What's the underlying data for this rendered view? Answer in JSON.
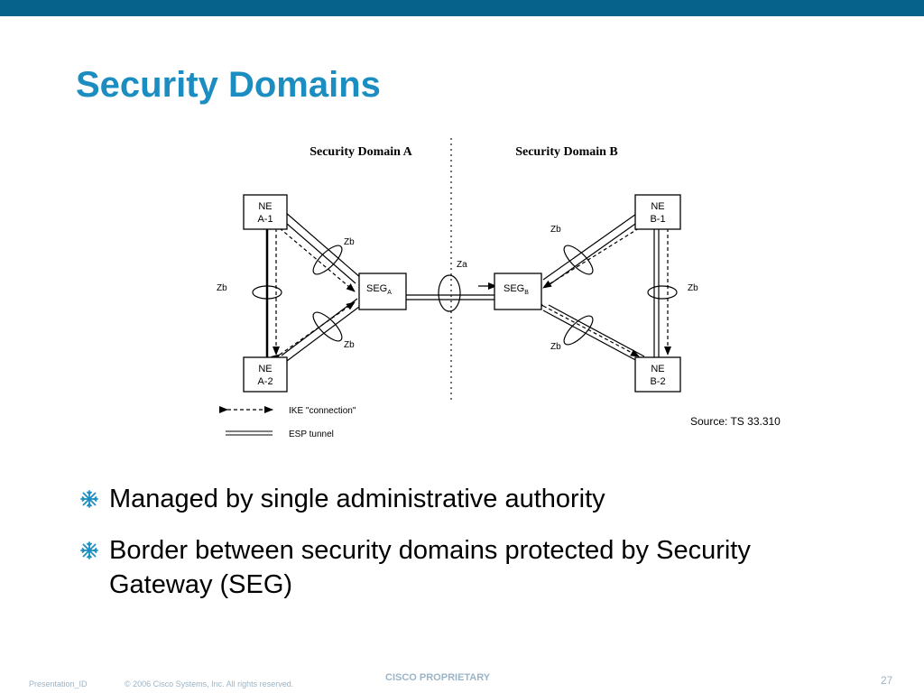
{
  "slide": {
    "title": "Security Domains",
    "source": "Source: TS 33.310",
    "bullets": [
      "Managed by single administrative authority",
      "Border between security domains protected by Security Gateway (SEG)"
    ],
    "footer": {
      "presentation_id": "Presentation_ID",
      "copyright": "© 2006 Cisco Systems, Inc. All rights reserved.",
      "proprietary": "CISCO PROPRIETARY",
      "page_number": "27"
    }
  },
  "diagram": {
    "domain_a": "Security Domain A",
    "domain_b": "Security Domain B",
    "nodes": {
      "ne_a1": [
        "NE",
        "A-1"
      ],
      "ne_a2": [
        "NE",
        "A-2"
      ],
      "ne_b1": [
        "NE",
        "B-1"
      ],
      "ne_b2": [
        "NE",
        "B-2"
      ],
      "seg_a": {
        "label": "SEG",
        "sub": "A"
      },
      "seg_b": {
        "label": "SEG",
        "sub": "B"
      }
    },
    "interfaces": {
      "zb": "Zb",
      "za": "Za"
    },
    "legend": {
      "ike": "IKE \"connection\"",
      "esp": "ESP tunnel"
    }
  },
  "colors": {
    "topbar": "#06628b",
    "title": "#1b8dc0",
    "footer": "#9bb4c6"
  }
}
